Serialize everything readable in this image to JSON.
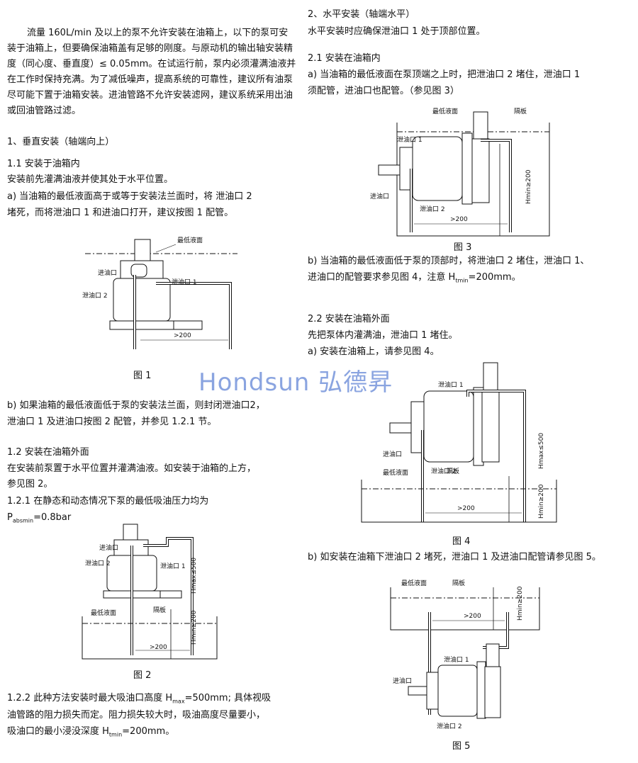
{
  "watermark": "Hondsun 弘德昇",
  "left": {
    "intro": "流量 160L/min 及以上的泵不允许安装在油箱上，以下的泵可安装于油箱上，但要确保油箱盖有足够的刚度。与原动机的输出轴安装精度（同心度、垂直度）≤ 0.05mm。在试运行前，泵内必须灌满油液并在工作时保持充满。为了减低噪声，提高系统的可靠性，建议所有油泵尽可能下置于油箱安装。进油管路不允许安装滤网，建议系统采用出油或回油管路过滤。",
    "s1": "1、垂直安装（轴端向上）",
    "s11": "1.1 安装于油箱内",
    "s11_p": "安装前先灌满油液并使其处于水平位置。",
    "s11_a1": "a) 当油箱的最低液面高于或等于安装法兰面时，将 泄油口 2",
    "s11_a2": "堵死，而将泄油口 1 和进油口打开，建议按图 1 配管。",
    "fig1": {
      "level": "最低液面",
      "inlet": "进油口",
      "drain1": "泄油口 1",
      "drain2": "泄油口 2",
      "dim": ">200",
      "caption": "图 1"
    },
    "s11_b1": "b) 如果油箱的最低液面低于泵的安装法兰面，则封闭泄油口2，",
    "s11_b2": "泄油口 1 及进油口按图 2 配管，并参见 1.2.1 节。",
    "s12": "1.2 安装在油箱外面",
    "s12_p1": "在安装前泵置于水平位置并灌满油液。如安装于油箱的上方，",
    "s12_p2": "参见图 2。",
    "s121": "1.2.1 在静态和动态情况下泵的最低吸油压力均为",
    "pabs_main": "P",
    "pabs_sub": "absmin",
    "pabs_val": "=0.8bar",
    "fig2": {
      "inlet": "进油口",
      "drain1": "泄油口 1",
      "drain2": "泄油口 2",
      "level": "最低液面",
      "baffle": "隔板",
      "hmax": "Hmax≤500",
      "hmin": "Hmin≥200",
      "dim": ">200",
      "caption": "图 2"
    },
    "s122_1a": "1.2.2 此种方法安装时最大吸油口高度 H",
    "s122_1sub": "max",
    "s122_1b": "=500mm; 具体视吸",
    "s122_2": "油管路的阻力损失而定。阻力损失较大时，吸油高度尽量要小，",
    "s122_3a": "吸油口的最小浸没深度 H",
    "s122_3sub": "tmin",
    "s122_3b": "=200mm。"
  },
  "right": {
    "s2": "2、水平安装（轴端水平）",
    "s2_p": "水平安装时应确保泄油口 1 处于顶部位置。",
    "s21": "2.1 安装在油箱内",
    "s21_a1": "a) 当油箱的最低液面在泵顶端之上时，把泄油口 2 堵住，泄油口 1",
    "s21_a2": "须配管，进油口也配管。（参见图 3）",
    "fig3": {
      "level": "最低液面",
      "baffle": "隔板",
      "drain1": "泄油口 1",
      "inlet": "进油口",
      "drain2": "泄油口 2",
      "h": "Hmin≥200",
      "dim": ">200",
      "caption": "图 3"
    },
    "s21_b1": "b) 当油箱的最低液面低于泵的顶部时，将泄油口 2 堵住，泄油口 1、",
    "s21_b2a": "进油口的配管要求参见图 4，注意 H",
    "s21_b2sub": "tmin",
    "s21_b2b": "=200mm。",
    "s22": "2.2 安装在油箱外面",
    "s22_p": "先把泵体内灌满油，泄油口 1 堵住。",
    "s22_a": "a) 安装在油箱上，请参见图 4。",
    "fig4": {
      "drain1": "泄油口 1",
      "inlet": "进油口",
      "drain2": "泄油口 2",
      "level": "最低液面",
      "baffle": "隔板",
      "hmax": "Hmax≤500",
      "hmin": "Hmin≥200",
      "dim": ">200",
      "caption": "图 4"
    },
    "s22_b": "b) 如安装在油箱下泄油口 2 堵死，泄油口 1 及进油口配管请参见图 5。",
    "fig5": {
      "level": "最低液面",
      "baffle": "隔板",
      "dim": ">200",
      "h": "Hmin≥200",
      "drain1": "泄油口 1",
      "inlet": "进油口",
      "drain2": "泄油口 2",
      "caption": "图 5"
    }
  }
}
